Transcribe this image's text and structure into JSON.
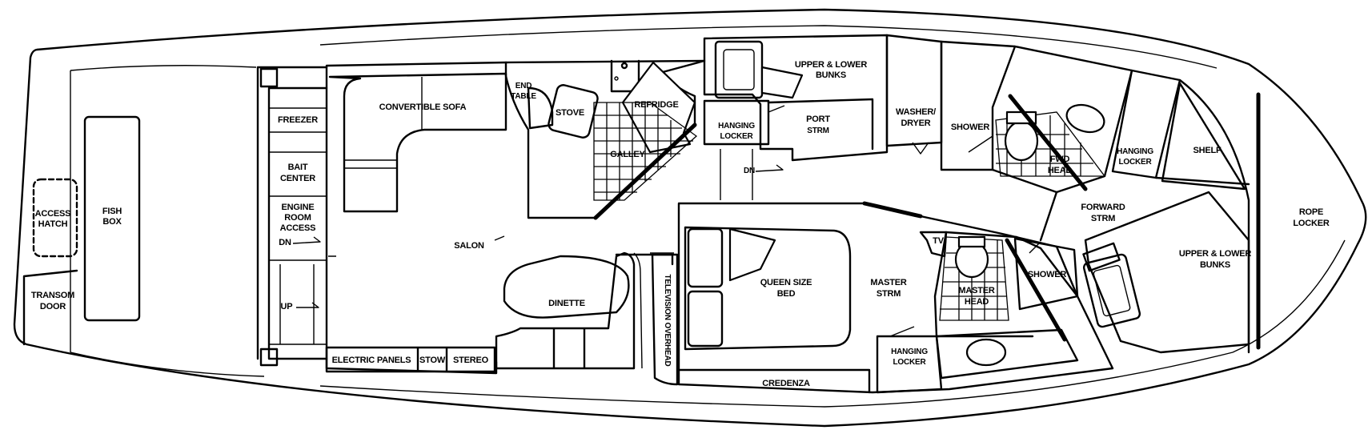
{
  "labels": {
    "access_hatch": [
      "ACCESS",
      "HATCH"
    ],
    "fish_box": [
      "FISH",
      "BOX"
    ],
    "transom_door": [
      "TRANSOM",
      "DOOR"
    ],
    "freezer": "FREEZER",
    "bait_center": [
      "BAIT",
      "CENTER"
    ],
    "engine_room_access": [
      "ENGINE",
      "ROOM",
      "ACCESS"
    ],
    "dn": "DN",
    "up": "UP",
    "convertible_sofa": "CONVERTIBLE SOFA",
    "salon": "SALON",
    "dinette": "DINETTE",
    "electric_panels": "ELECTRIC PANELS",
    "stow": "STOW",
    "stereo": "STEREO",
    "television_overhead": "TELEVISION OVERHEAD",
    "end_table": [
      "END",
      "TABLE"
    ],
    "stove": "STOVE",
    "galley": "GALLEY",
    "refridge": "REFRIDGE",
    "upper_lower_bunks_aft": [
      "UPPER & LOWER",
      "BUNKS"
    ],
    "hanging_locker_1": [
      "HANGING",
      "LOCKER"
    ],
    "port_strm": [
      "PORT",
      "STRM"
    ],
    "washer_dryer": [
      "WASHER/",
      "DRYER"
    ],
    "shower_fwd": "SHOWER",
    "fwd_head": [
      "FWD",
      "HEAD"
    ],
    "hanging_locker_2": [
      "HANGING",
      "LOCKER"
    ],
    "shelf": "SHELF",
    "forward_strm": [
      "FORWARD",
      "STRM"
    ],
    "rope_locker": [
      "ROPE",
      "LOCKER"
    ],
    "upper_lower_bunks_fwd": [
      "UPPER & LOWER",
      "BUNKS"
    ],
    "queen_size_bed": [
      "QUEEN SIZE",
      "BED"
    ],
    "master_strm": [
      "MASTER",
      "STRM"
    ],
    "tv": "TV",
    "master_head": [
      "MASTER",
      "HEAD"
    ],
    "shower_master": "SHOWER",
    "hanging_locker_3": [
      "HANGING",
      "LOCKER"
    ],
    "credenza": "CREDENZA"
  }
}
